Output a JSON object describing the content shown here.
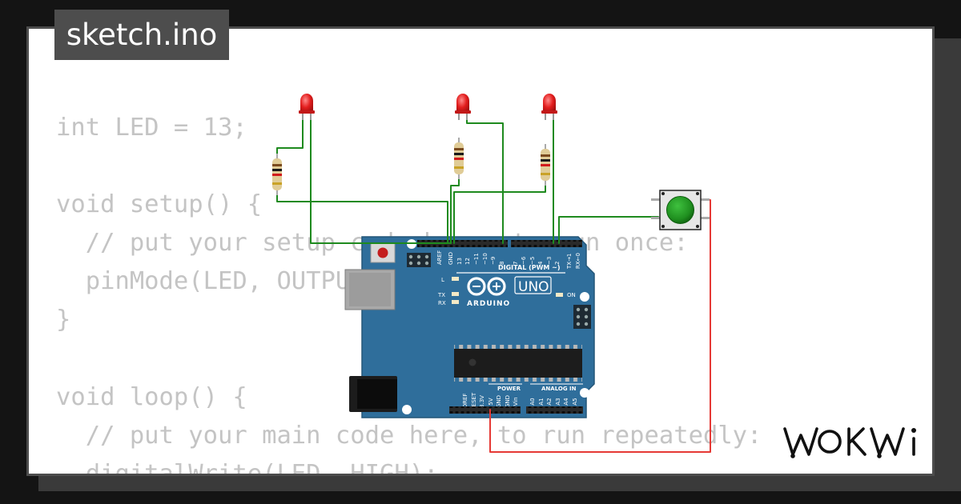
{
  "sketch": {
    "filename": "sketch.ino"
  },
  "code_lines": [
    "int LED = 13;",
    "",
    "void setup() {",
    "  // put your setup code here, to run once:",
    "  pinMode(LED, OUTPUT);",
    "}",
    "",
    "void loop() {",
    "  // put your main code here, to run repeatedly:",
    "  digitalWrite(LED, HIGH);"
  ],
  "board": {
    "model": "UNO",
    "brand": "ARDUINO",
    "digital_label": "DIGITAL (PWM ~)",
    "power_label": "POWER",
    "analog_label": "ANALOG IN",
    "led_labels": {
      "l": "L",
      "tx": "TX",
      "rx": "RX",
      "on": "ON"
    },
    "digital_pins": [
      "AREF",
      "GND",
      "13",
      "12",
      "~11",
      "~10",
      "~9",
      "8",
      "7",
      "~6",
      "~5",
      "4",
      "~3",
      "2",
      "TX→1",
      "RX←0"
    ],
    "power_pins": [
      "IOREF",
      "RESET",
      "3.3V",
      "5V",
      "GND",
      "GND",
      "Vin"
    ],
    "analog_pins": [
      "A0",
      "A1",
      "A2",
      "A3",
      "A4",
      "A5"
    ]
  },
  "colors": {
    "board_blue": "#2f6e9b",
    "wire_green": "#1e8a1e",
    "wire_red": "#e53935",
    "led_red": "#e31e1e",
    "button_green": "#1f8f1f",
    "code_gray": "#c4c4c4"
  },
  "brand_logo": {
    "text": "WOKWi"
  }
}
